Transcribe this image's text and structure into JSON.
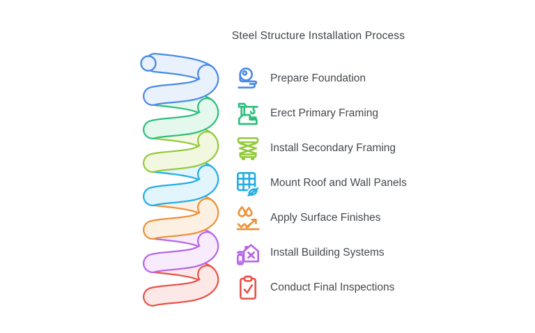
{
  "title": "Steel Structure Installation Process",
  "colors": {
    "background": "#FFFFFF",
    "title_text": "#3F4347",
    "step_text": "#45494D"
  },
  "steps": [
    {
      "label": "Prepare Foundation",
      "icon": "tape-measure-icon",
      "accent": "#4A89E8",
      "fill": "#E9F1FC"
    },
    {
      "label": "Erect Primary Framing",
      "icon": "tower-crane-icon",
      "accent": "#2FBE7D",
      "fill": "#E4F8EE"
    },
    {
      "label": "Install Secondary Framing",
      "icon": "scissor-lift-icon",
      "accent": "#94C93D",
      "fill": "#F2F8DF"
    },
    {
      "label": "Mount Roof and Wall Panels",
      "icon": "panel-grid-screw-icon",
      "accent": "#21AEE4",
      "fill": "#E2F4FC"
    },
    {
      "label": "Apply Surface Finishes",
      "icon": "surface-coating-icon",
      "accent": "#EC9138",
      "fill": "#FCF0E2"
    },
    {
      "label": "Install Building Systems",
      "icon": "smart-home-systems-icon",
      "accent": "#B765E8",
      "fill": "#F7EBFC"
    },
    {
      "label": "Conduct Final Inspections",
      "icon": "clipboard-check-icon",
      "accent": "#E85348",
      "fill": "#FCE9E7"
    }
  ]
}
